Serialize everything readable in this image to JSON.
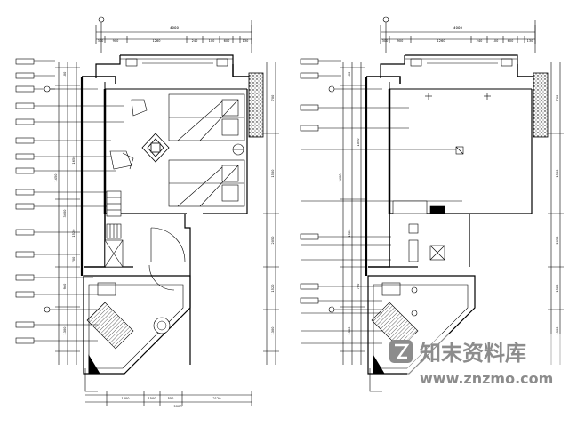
{
  "watermark": {
    "name_cn": "知末资料库",
    "url": "www.znzmo.com"
  },
  "left_plan": {
    "top_overall_dim": "4080",
    "top_dims": [
      "300",
      "900",
      "1260",
      "240",
      "100",
      "600",
      "130"
    ],
    "left_side_dims": [
      "100",
      "1650",
      "1450",
      "3400",
      "1520",
      "700",
      "940",
      "1300"
    ],
    "right_side_dims": [
      "700",
      "1560",
      "2050",
      "1520",
      "1300"
    ],
    "bottom_dims": [
      "1400",
      "1500",
      "550",
      "2120"
    ],
    "bottom_overall_dim": "5000",
    "callouts": [
      "",
      "",
      "",
      "",
      "",
      "",
      "",
      "",
      "",
      "",
      "",
      "",
      "",
      "",
      "",
      ""
    ]
  },
  "right_plan": {
    "top_overall_dim": "4080",
    "top_dims": [
      "300",
      "900",
      "1260",
      "240",
      "100",
      "600",
      "130"
    ],
    "left_side_dims": [
      "100",
      "1050",
      "3400",
      "1520",
      "700",
      "1300"
    ],
    "right_side_dims": [
      "700",
      "1560",
      "2050",
      "1520",
      "1300"
    ],
    "callouts": [
      "",
      "",
      "",
      "",
      "",
      "",
      "",
      "",
      "",
      "",
      "",
      "",
      "",
      ""
    ]
  }
}
